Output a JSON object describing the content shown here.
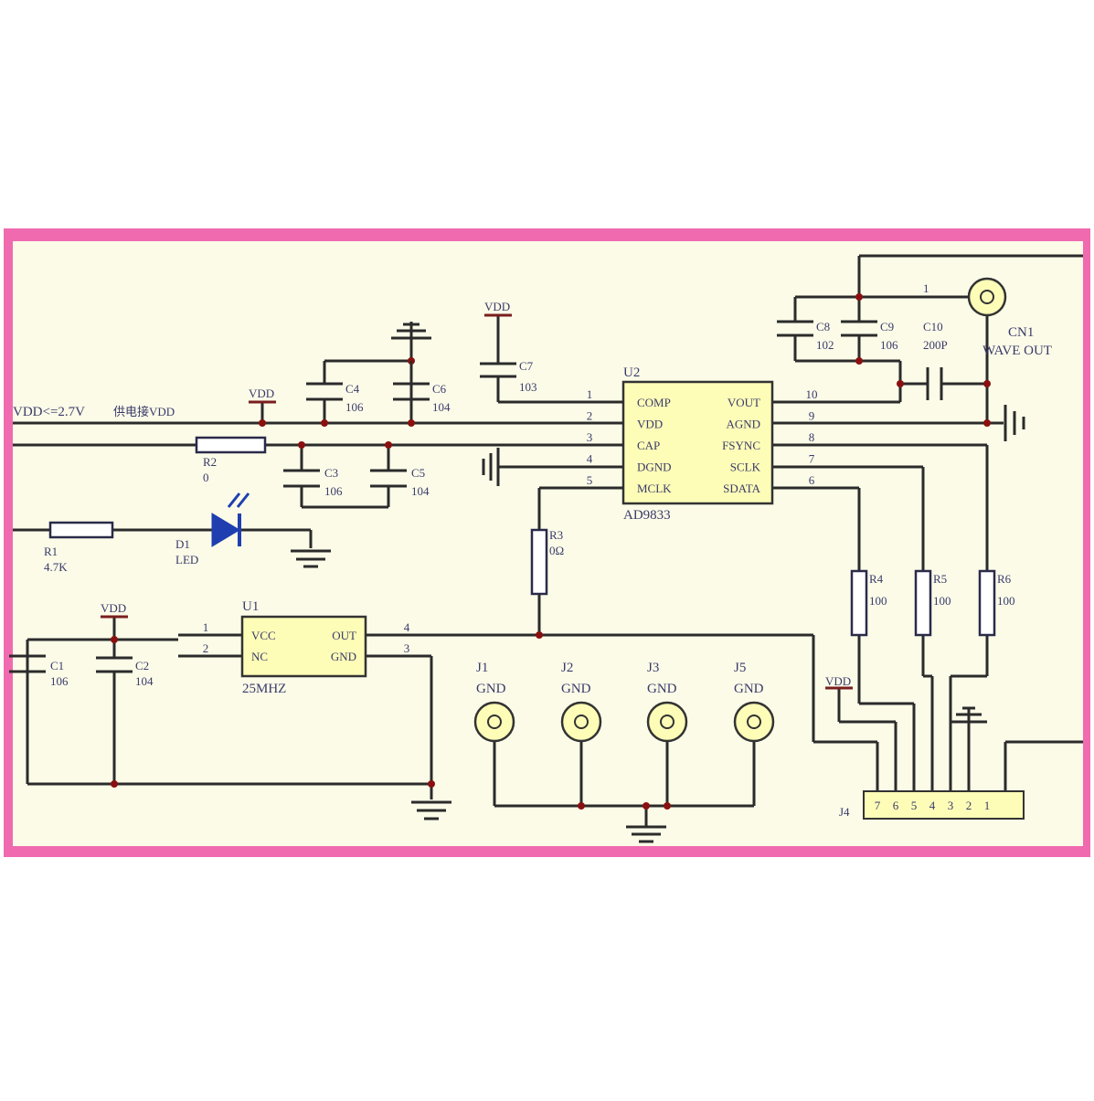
{
  "colors": {
    "frame": "#f06ab0",
    "panel": "#fbfbe8",
    "chip": "#fdfdb8",
    "led": "#1f3fb0",
    "wire": "#2b2b2b",
    "text": "#3a3a6a",
    "pin_mark": "#8a1010"
  },
  "rails": {
    "supply_note": "VDD<=2.7V",
    "supply_note_cjk": "供电接VDD"
  },
  "u2": {
    "ref": "U2",
    "part": "AD9833",
    "left_pins": [
      {
        "num": "1",
        "name": "COMP"
      },
      {
        "num": "2",
        "name": "VDD"
      },
      {
        "num": "3",
        "name": "CAP"
      },
      {
        "num": "4",
        "name": "DGND"
      },
      {
        "num": "5",
        "name": "MCLK"
      }
    ],
    "right_pins": [
      {
        "num": "10",
        "name": "VOUT"
      },
      {
        "num": "9",
        "name": "AGND"
      },
      {
        "num": "8",
        "name": "FSYNC"
      },
      {
        "num": "7",
        "name": "SCLK"
      },
      {
        "num": "6",
        "name": "SDATA"
      }
    ]
  },
  "u1": {
    "ref": "U1",
    "part": "25MHZ",
    "left_pins": [
      {
        "num": "1",
        "name": "VCC"
      },
      {
        "num": "2",
        "name": "NC"
      }
    ],
    "right_pins": [
      {
        "num": "4",
        "name": "OUT"
      },
      {
        "num": "3",
        "name": "GND"
      }
    ]
  },
  "caps": [
    {
      "ref": "C1",
      "value": "106"
    },
    {
      "ref": "C2",
      "value": "104"
    },
    {
      "ref": "C3",
      "value": "106"
    },
    {
      "ref": "C4",
      "value": "106"
    },
    {
      "ref": "C5",
      "value": "104"
    },
    {
      "ref": "C6",
      "value": "104"
    },
    {
      "ref": "C7",
      "value": "103"
    },
    {
      "ref": "C8",
      "value": "102"
    },
    {
      "ref": "C9",
      "value": "106"
    },
    {
      "ref": "C10",
      "value": "200P"
    }
  ],
  "resistors": [
    {
      "ref": "R1",
      "value": "4.7K"
    },
    {
      "ref": "R2",
      "value": "0"
    },
    {
      "ref": "R3",
      "value": "0Ω"
    },
    {
      "ref": "R4",
      "value": "100"
    },
    {
      "ref": "R5",
      "value": "100"
    },
    {
      "ref": "R6",
      "value": "100"
    }
  ],
  "led": {
    "ref": "D1",
    "value": "LED"
  },
  "vdd_label": "VDD",
  "output": {
    "ref": "CN1",
    "label": "WAVE OUT",
    "pin": "1"
  },
  "test_points": [
    {
      "ref": "J1",
      "label": "GND"
    },
    {
      "ref": "J2",
      "label": "GND"
    },
    {
      "ref": "J3",
      "label": "GND"
    },
    {
      "ref": "J5",
      "label": "GND"
    }
  ],
  "header": {
    "ref": "J4",
    "pins": [
      "7",
      "6",
      "5",
      "4",
      "3",
      "2",
      "1"
    ]
  }
}
